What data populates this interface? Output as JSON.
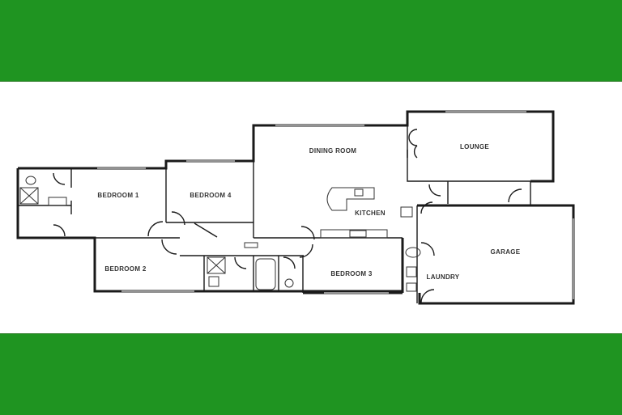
{
  "banner": {
    "color": "#1f9421"
  },
  "floorplan": {
    "rooms": [
      {
        "id": "dining",
        "label": "DINING ROOM"
      },
      {
        "id": "lounge",
        "label": "LOUNGE"
      },
      {
        "id": "bed1",
        "label": "BEDROOM 1"
      },
      {
        "id": "bed4",
        "label": "BEDROOM 4"
      },
      {
        "id": "kitchen",
        "label": "KITCHEN"
      },
      {
        "id": "garage",
        "label": "GARAGE"
      },
      {
        "id": "bed2",
        "label": "BEDROOM 2"
      },
      {
        "id": "bed3",
        "label": "BEDROOM 3"
      },
      {
        "id": "laundry",
        "label": "LAUNDRY"
      }
    ]
  }
}
